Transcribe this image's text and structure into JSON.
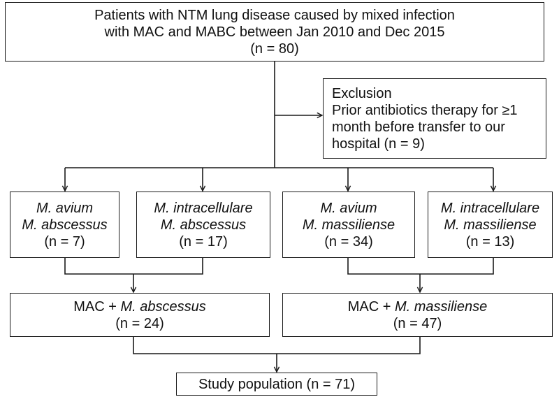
{
  "top_box": {
    "line1": "Patients with NTM lung disease caused by mixed infection",
    "line2": "with MAC and MABC between Jan 2010 and Dec 2015",
    "line3": "(n = 80)"
  },
  "exclusion_box": {
    "line1": "Exclusion",
    "line2": "Prior antibiotics therapy for ≥1",
    "line3": "month before transfer to our",
    "line4": "hospital (n = 9)"
  },
  "groups": [
    {
      "species1": "M. avium",
      "species2": "M. abscessus",
      "count": "(n = 7)"
    },
    {
      "species1": "M. intracellulare",
      "species2": "M. abscessus",
      "count": "(n = 17)"
    },
    {
      "species1": "M. avium",
      "species2": "M. massiliense",
      "count": "(n = 34)"
    },
    {
      "species1": "M. intracellulare",
      "species2": "M. massiliense",
      "count": "(n = 13)"
    }
  ],
  "combined": [
    {
      "prefix": "MAC + ",
      "species": "M. abscessus",
      "count": "(n = 24)"
    },
    {
      "prefix": "MAC + ",
      "species": "M. massiliense",
      "count": "(n = 47)"
    }
  ],
  "final_box": {
    "label": "Study population (n = 71)"
  },
  "colors": {
    "line": "#1a1a1a",
    "background": "#ffffff"
  }
}
